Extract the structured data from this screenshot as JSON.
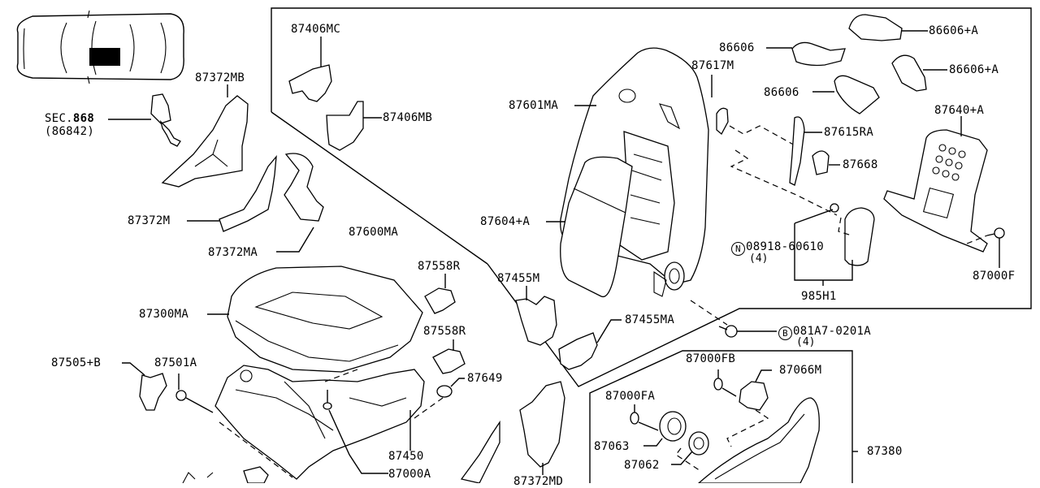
{
  "diagram": {
    "title_vehicle_marker": "vehicle-top-view",
    "section_ref": {
      "label": "SEC.",
      "number": "868",
      "sub": "(86842)"
    },
    "labels": {
      "p87372MB": "87372MB",
      "p87406MC": "87406MC",
      "p87406MB": "87406MB",
      "p87601MA": "87601MA",
      "p86606_a": "86606",
      "p86606_b": "86606",
      "p86606A_a": "86606+A",
      "p86606A_b": "86606+A",
      "p87617M": "87617M",
      "p87615RA": "87615RA",
      "p87640A": "87640+A",
      "p87668": "87668",
      "p87372M": "87372M",
      "p87600MA": "87600MA",
      "p87372MA": "87372MA",
      "p87604A": "87604+A",
      "p08918": "08918-60610",
      "p08918_qty": "(4)",
      "p08918_symbol": "N",
      "p87000F": "87000F",
      "p985H1": "985H1",
      "p87558R_a": "87558R",
      "p87558R_b": "87558R",
      "p87455M": "87455M",
      "p87455MA": "87455MA",
      "p87300MA": "87300MA",
      "p081A7": "081A7-0201A",
      "p081A7_qty": "(4)",
      "p081A7_symbol": "B",
      "p87505B": "87505+B",
      "p87501A": "87501A",
      "p87649": "87649",
      "p87000FB": "87000FB",
      "p87066M": "87066M",
      "p87000FA": "87000FA",
      "p87063": "87063",
      "p87062": "87062",
      "p87380": "87380",
      "p87450": "87450",
      "p87000A": "87000A",
      "p87372MD": "87372MD"
    }
  }
}
